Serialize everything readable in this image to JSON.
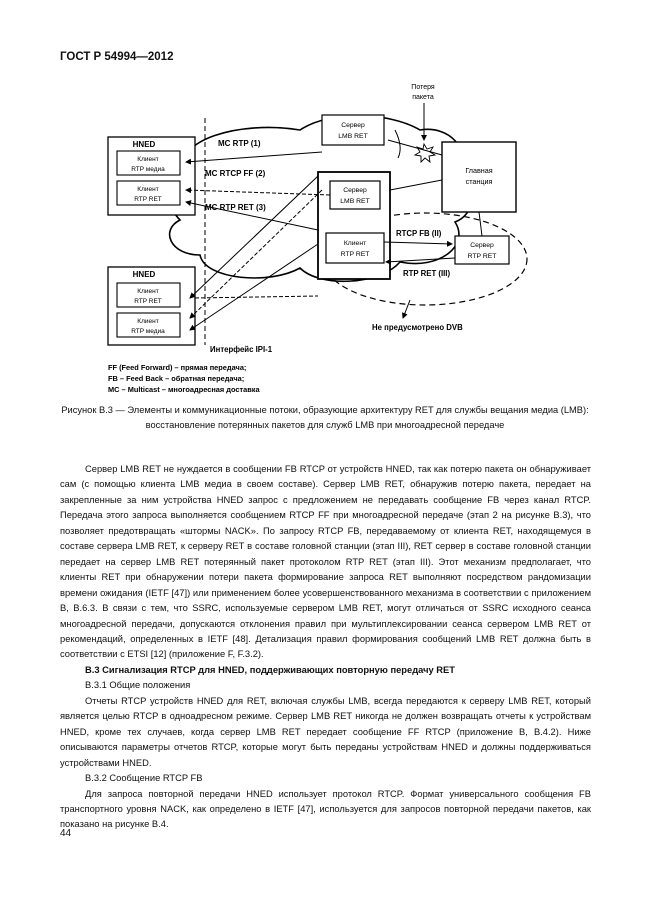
{
  "header": {
    "doc_id": "ГОСТ Р 54994—2012"
  },
  "figure": {
    "hned_top_title": "HNED",
    "hned_top_client1": [
      "Клиент",
      "RTP медиа"
    ],
    "hned_top_client2": [
      "Клиент",
      "RTP RET"
    ],
    "hned_bottom_title": "HNED",
    "hned_bottom_client1": [
      "Клиент",
      "RTP RET"
    ],
    "hned_bottom_client2": [
      "Клиент",
      "RTP медиа"
    ],
    "server_lmb_top": [
      "Сервер",
      "LMB RET"
    ],
    "server_lmb_mid": [
      "Сервер",
      "LMB RET"
    ],
    "client_rtp_ret_mid": [
      "Клиент",
      "RTP RET"
    ],
    "head_station": [
      "Главная",
      "станция"
    ],
    "server_rtp_ret": [
      "Сервер",
      "RTP RET"
    ],
    "packet_loss": [
      "Потеря",
      "пакета"
    ],
    "mc_rtp": "MC RTP (1)",
    "mc_rtcp_ff": "MC RTCP FF (2)",
    "mc_rtp_ret": "MC RTP RET (3)",
    "rtcp_fb": "RTCP FB (II)",
    "rtp_ret": "RTP RET (III)",
    "not_dvb": "Не предусмотрено DVB",
    "interface": "Интерфейс IPI-1",
    "legend": [
      "FF (Feed Forward) – прямая передача;",
      "FB – Feed Back – обратная передача;",
      "MC – Multicast – многоадресная доставка"
    ]
  },
  "caption": "Рисунок В.3 — Элементы и коммуникационные потоки, образующие архитектуру RET для службы вещания медиа (LMB): восстановление потерянных пакетов для служб LMB при многоадресной передаче",
  "body": {
    "p1": "Сервер LMB RET не нуждается в сообщении FB RTCP от устройств HNED, так как потерю пакета он обнаруживает сам (с помощью клиента LMB медиа в своем составе). Сервер LMB RET, обнаружив потерю пакета, передает на закрепленные за ним устройства HNED запрос с предложением не передавать сообщение FB через канал RTCP. Передача этого запроса выполняется сообщением RTCP FF при многоадресной передаче (этап 2 на рисунке В.3), что позволяет предотвращать «штормы NACK». По запросу RTCP FB, передаваемому от клиента RET, находящемуся в составе сервера LMB RET, к серверу RET в составе головной станции (этап III), RET сервер в составе головной станции передает на сервер LMB RET потерянный пакет протоколом RTP RET (этап III). Этот механизм предполагает, что клиенты RET при обнаружении потери пакета формирование запроса RET выполняют посредством рандомизации времени ожидания (IETF [47]) или применением более усовершенствованного механизма в соответствии с приложением В, В.6.3. В связи с тем, что SSRC, используемые сервером LMB RET, могут отличаться от SSRC исходного сеанса многоадресной передачи, допускаются отклонения правил при мультиплексировании сеанса сервером LMB RET от рекомендаций, определенных в IETF [48]. Детализация правил формирования сообщений LMB RET должна быть в соответствии с ETSI [12] (приложение F, F.3.2).",
    "h_b3": "В.3 Сигнализация RTCP для HNED, поддерживающих повторную передачу RET",
    "h_b31": "В.3.1 Общие положения",
    "p2": "Отчеты RTCP устройств HNED для RET, включая службы LMB, всегда передаются к серверу LMB RET, который является целью RTCP в одноадресном режиме. Сервер LMB RET никогда не должен возвращать отчеты к устройствам HNED, кроме тех случаев, когда сервер LMB RET передает сообщение FF RTCP (приложение В, В.4.2). Ниже описываются параметры отчетов RTCP, которые могут быть переданы устройствам HNED и должны поддерживаться устройствами HNED.",
    "h_b32": "В.3.2 Сообщение RTCP FB",
    "p3": "Для запроса повторной передачи HNED использует протокол RTCP. Формат универсального сообщения FB транспортного уровня NACK, как определено в IETF [47], используется для запросов повторной передачи пакетов, как показано на рисунке В.4."
  },
  "footer": {
    "page_number": "44"
  }
}
